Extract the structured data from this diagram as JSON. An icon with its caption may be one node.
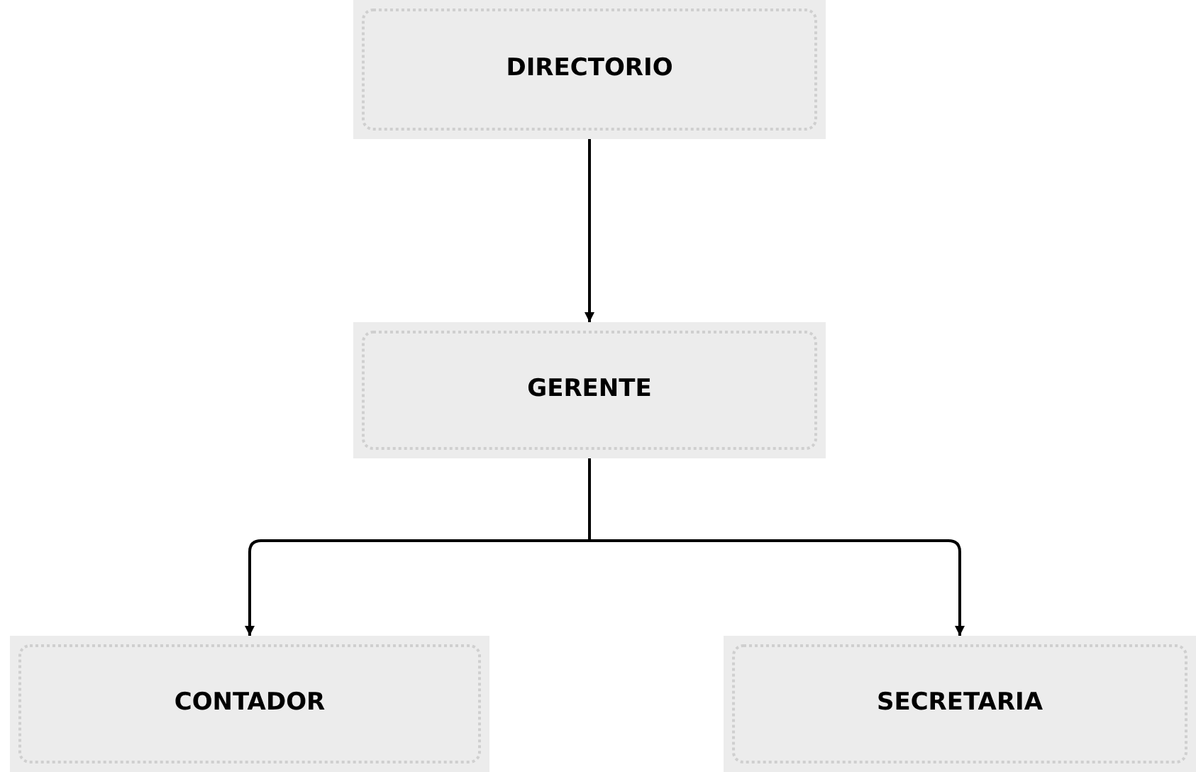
{
  "diagram": {
    "nodes": [
      {
        "text": [
          "DIRECTORIO"
        ]
      },
      {
        "text": [
          "GERENTE"
        ]
      },
      {
        "text": [
          "CONTADOR"
        ]
      },
      {
        "text": [
          "SECRETARIA"
        ]
      }
    ],
    "edges": [
      {
        "from": 0,
        "to": 1,
        "arrow": "to"
      },
      {
        "from": 1,
        "to": 2,
        "arrow": "to"
      },
      {
        "from": 1,
        "to": 3,
        "arrow": "to"
      }
    ]
  }
}
